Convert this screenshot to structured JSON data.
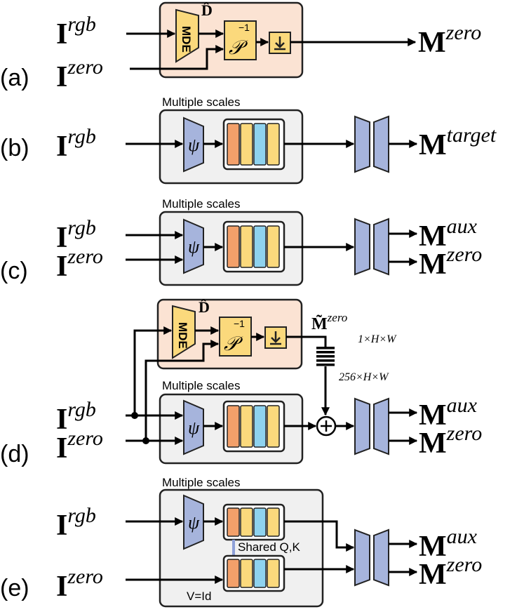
{
  "labels": {
    "a": "(a)",
    "b": "(b)",
    "c": "(c)",
    "d": "(d)",
    "e": "(e)"
  },
  "text": {
    "multiple_scales": "Multiple scales",
    "mde": "MDE",
    "d_hat": "D̂",
    "p_inv_sup": "−1",
    "p_cal": "𝒫",
    "psi": "ψ",
    "shared_qk": "Shared Q,K",
    "v_id": "V=Id",
    "m_tilde": "M̃",
    "zero_sup": "zero",
    "dim_small": "1×H×W",
    "dim_large": "256×H×W",
    "plus": "+"
  },
  "symbols": {
    "I": "I",
    "M": "M",
    "rgb": "rgb",
    "zero": "zero",
    "target": "target",
    "aux": "aux"
  },
  "colors": {
    "orange_panel": "#fbe3d3",
    "gray_panel": "#f0f0f0",
    "yellow": "#fbd97c",
    "blue_shape": "#a6b4dc",
    "orange_bar": "#f3a06a",
    "cyan_bar": "#8fd3ef",
    "shared_bar": "#8ea0d8"
  }
}
